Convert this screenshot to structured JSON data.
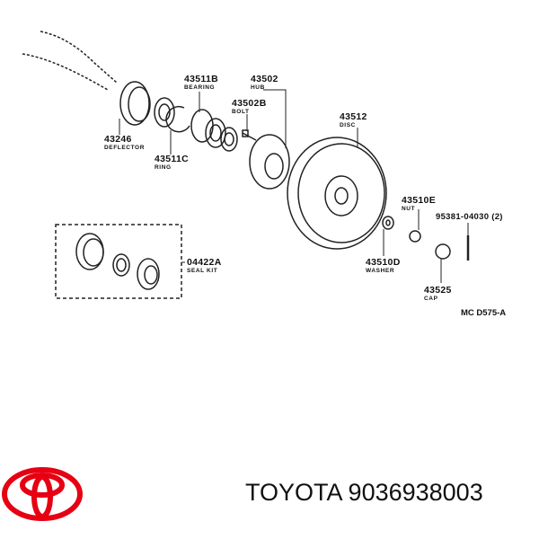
{
  "parts": [
    {
      "number": "43511B",
      "name": "BEARING"
    },
    {
      "number": "43502",
      "name": "HUB"
    },
    {
      "number": "43502B",
      "name": "BOLT"
    },
    {
      "number": "43512",
      "name": "DISC"
    },
    {
      "number": "43246",
      "name": "DEFLECTOR"
    },
    {
      "number": "43511C",
      "name": "RING"
    },
    {
      "number": "43510E",
      "name": "NUT"
    },
    {
      "number": "95381-04030 (2)",
      "name": ""
    },
    {
      "number": "04422A",
      "name": "SEAL KIT"
    },
    {
      "number": "43510D",
      "name": "WASHER"
    },
    {
      "number": "43525",
      "name": "CAP"
    }
  ],
  "diagram_code": "MC D575-A",
  "footer": {
    "brand": "TOYOTA",
    "part_number": "9036938003"
  },
  "logo": {
    "name": "toyota-logo",
    "color": "#e60012"
  }
}
